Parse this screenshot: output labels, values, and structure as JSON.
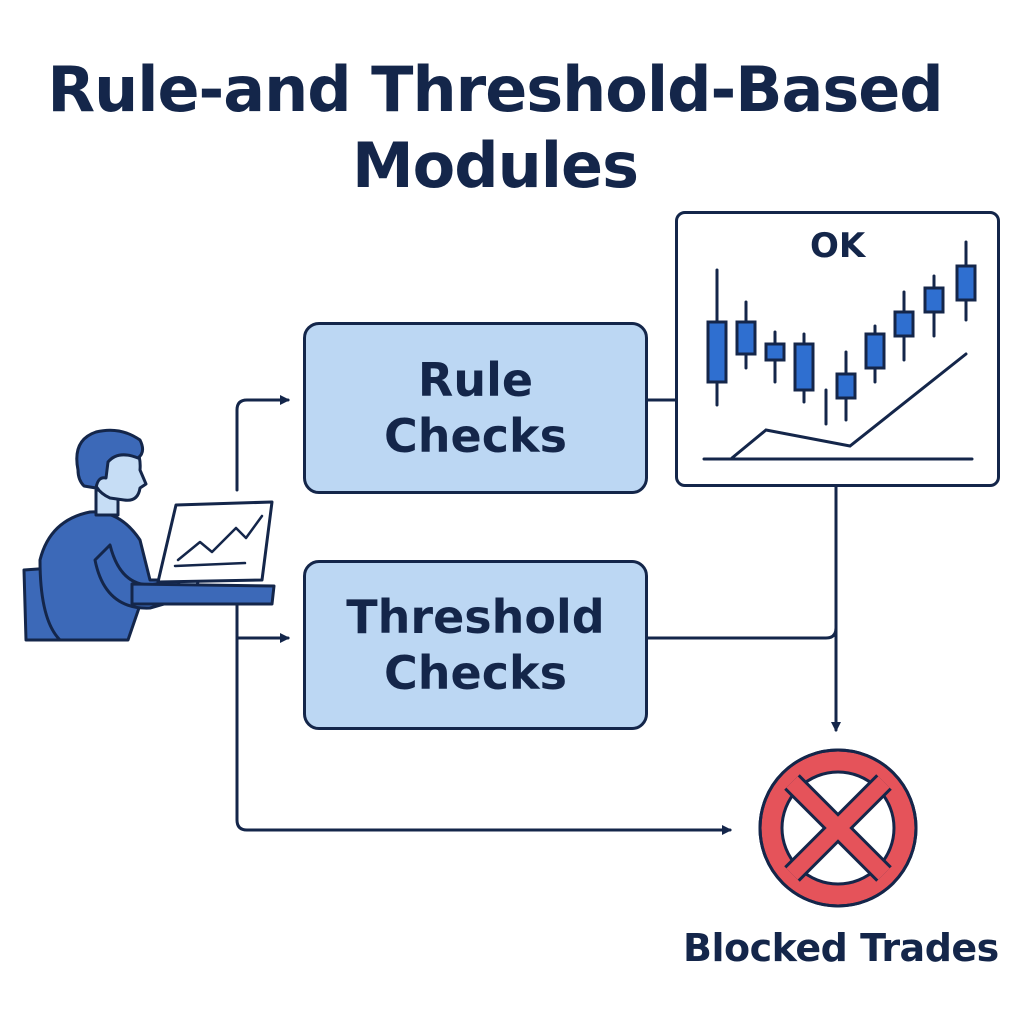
{
  "title": {
    "line1": "Rule-and Threshold-Based",
    "line2": "Modules"
  },
  "boxes": {
    "rule": {
      "line1": "Rule",
      "line2": "Checks"
    },
    "threshold": {
      "line1": "Threshold",
      "line2": "Checks"
    }
  },
  "chart": {
    "status_label": "OK"
  },
  "outcome": {
    "label": "Blocked Trades",
    "icon": "blocked-x-circle-icon"
  },
  "figure": {
    "icon": "person-at-laptop-icon"
  },
  "colors": {
    "navy": "#14264a",
    "box_fill": "#bcd7f3",
    "candle_blue": "#2f6fd0",
    "person_blue": "#3c69b8",
    "block_red": "#e5535a"
  }
}
